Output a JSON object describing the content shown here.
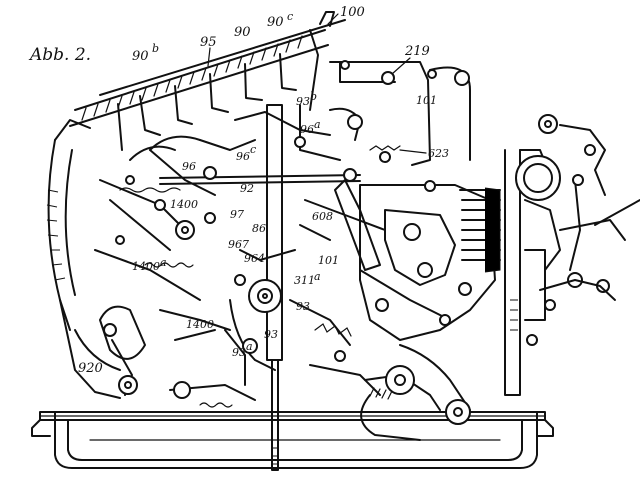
{
  "figure": {
    "title": "Abb. 2.",
    "callouts": {
      "c100": "100",
      "c90b": "90",
      "c90b_sup": "b",
      "c95": "95",
      "c90": "90",
      "c90c": "90",
      "c90c_sup": "c",
      "c219": "219",
      "c101": "101",
      "c93b": "93",
      "c93b_sup": "b",
      "c96a": "96",
      "c96a_sup": "a",
      "c623": "623",
      "c96c": "96",
      "c96c_sup": "c",
      "c96": "96",
      "c92": "92",
      "c1400a": "1400",
      "c97": "97",
      "c608": "608",
      "c86": "86",
      "c967": "967",
      "c1400b": "1400",
      "c1400b_sup": "a",
      "c964": "964",
      "c311a": "311",
      "c311a_sup": "a",
      "c101b": "101",
      "c93": "93",
      "c1400c": "1400",
      "c93c": "93",
      "c93a": "93",
      "c93a_sup": "a",
      "c920": "920"
    }
  }
}
